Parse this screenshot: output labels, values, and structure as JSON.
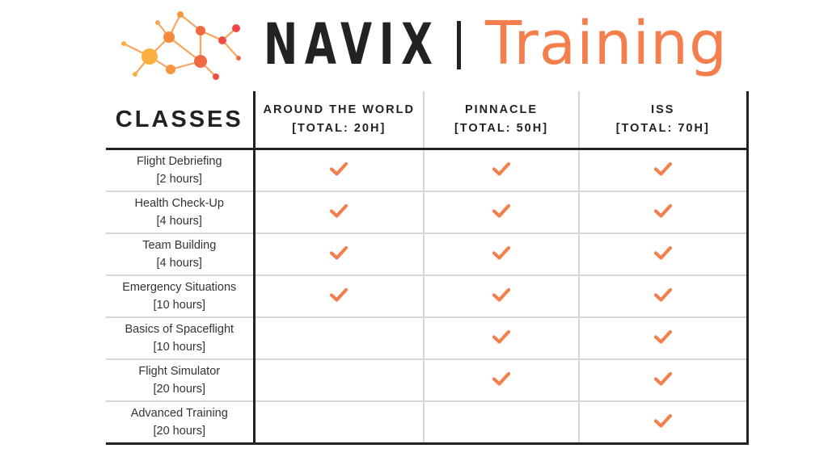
{
  "header": {
    "brand": "NAVIX",
    "subtitle": "Training",
    "logo_icon": "network-nodes-icon",
    "accent_color": "#f47e4c",
    "dark_color": "#222222"
  },
  "table": {
    "classes_heading": "CLASSES",
    "columns": [
      {
        "name": "AROUND THE WORLD",
        "total": "[TOTAL: 20H]"
      },
      {
        "name": "PINNACLE",
        "total": "[TOTAL: 50H]"
      },
      {
        "name": "ISS",
        "total": "[TOTAL: 70H]"
      }
    ],
    "rows": [
      {
        "name": "Flight Debriefing",
        "hours": "[2 hours]",
        "included": [
          true,
          true,
          true
        ]
      },
      {
        "name": "Health Check-Up",
        "hours": "[4 hours]",
        "included": [
          true,
          true,
          true
        ]
      },
      {
        "name": "Team Building",
        "hours": "[4 hours]",
        "included": [
          true,
          true,
          true
        ]
      },
      {
        "name": "Emergency Situations",
        "hours": "[10 hours]",
        "included": [
          true,
          true,
          true
        ]
      },
      {
        "name": "Basics of Spaceflight",
        "hours": "[10 hours]",
        "included": [
          false,
          true,
          true
        ]
      },
      {
        "name": "Flight Simulator",
        "hours": "[20 hours]",
        "included": [
          false,
          true,
          true
        ]
      },
      {
        "name": "Advanced Training",
        "hours": "[20 hours]",
        "included": [
          false,
          false,
          true
        ]
      }
    ],
    "check_icon": "checkmark-icon",
    "check_color": "#f47e4c"
  }
}
